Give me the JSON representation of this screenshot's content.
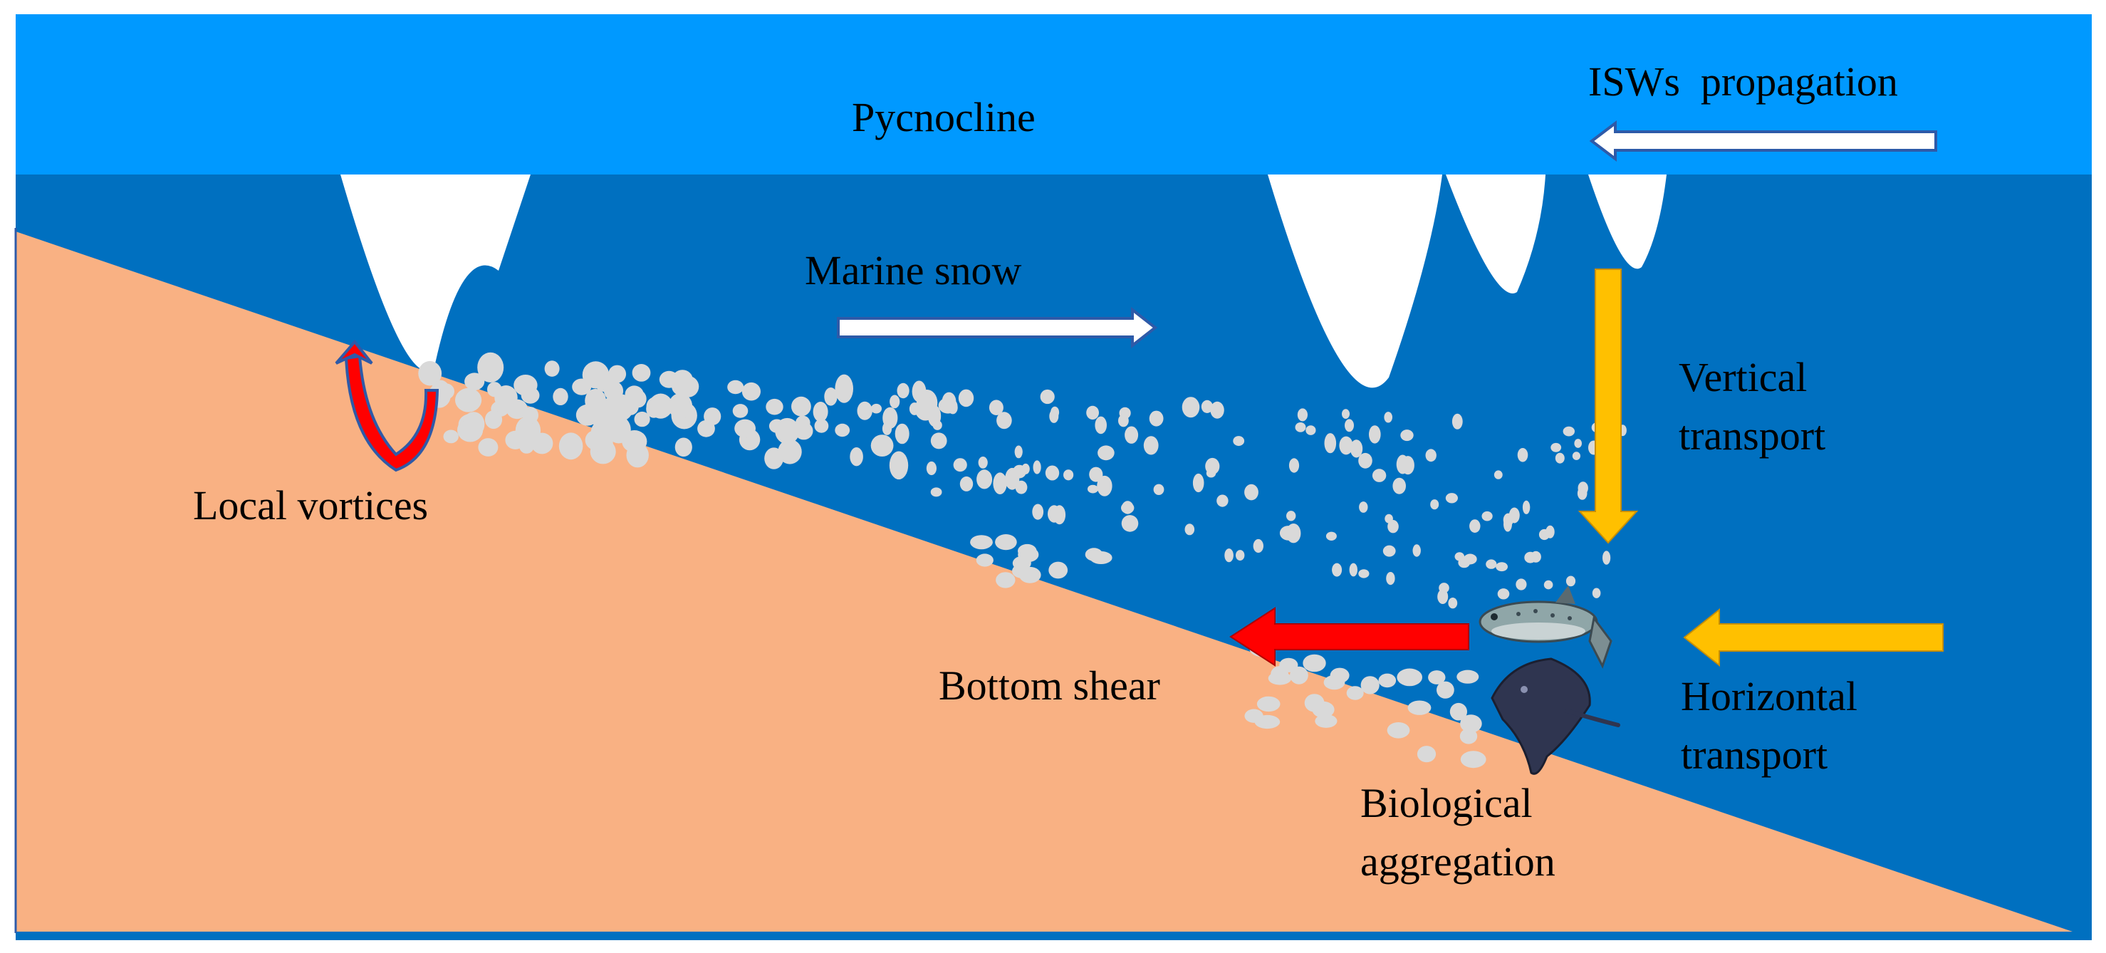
{
  "colors": {
    "upper_layer": "#0099FF",
    "lower_layer": "#0070C0",
    "seabed": "#F9B183",
    "particle": "#D9D9D9",
    "white_arrow": "#FFFFFF",
    "arrow_outline": "#2E5AA8",
    "yellow_arrow": "#FFC000",
    "red_arrow": "#FF0000"
  },
  "labels": {
    "pycnocline": "Pycnocline",
    "isw_propagation": "ISWs  propagation",
    "marine_snow": "Marine snow",
    "vertical_transport_1": "Vertical",
    "vertical_transport_2": "transport",
    "local_vortices": "Local vortices",
    "bottom_shear": "Bottom shear",
    "horizontal_transport_1": "Horizontal",
    "horizontal_transport_2": "transport",
    "biological_aggregation_1": "Biological",
    "biological_aggregation_2": "aggregation"
  },
  "icons": {
    "fish": "fish-icon",
    "ray": "stingray-icon",
    "vortex": "curved-red-arrow-icon"
  }
}
